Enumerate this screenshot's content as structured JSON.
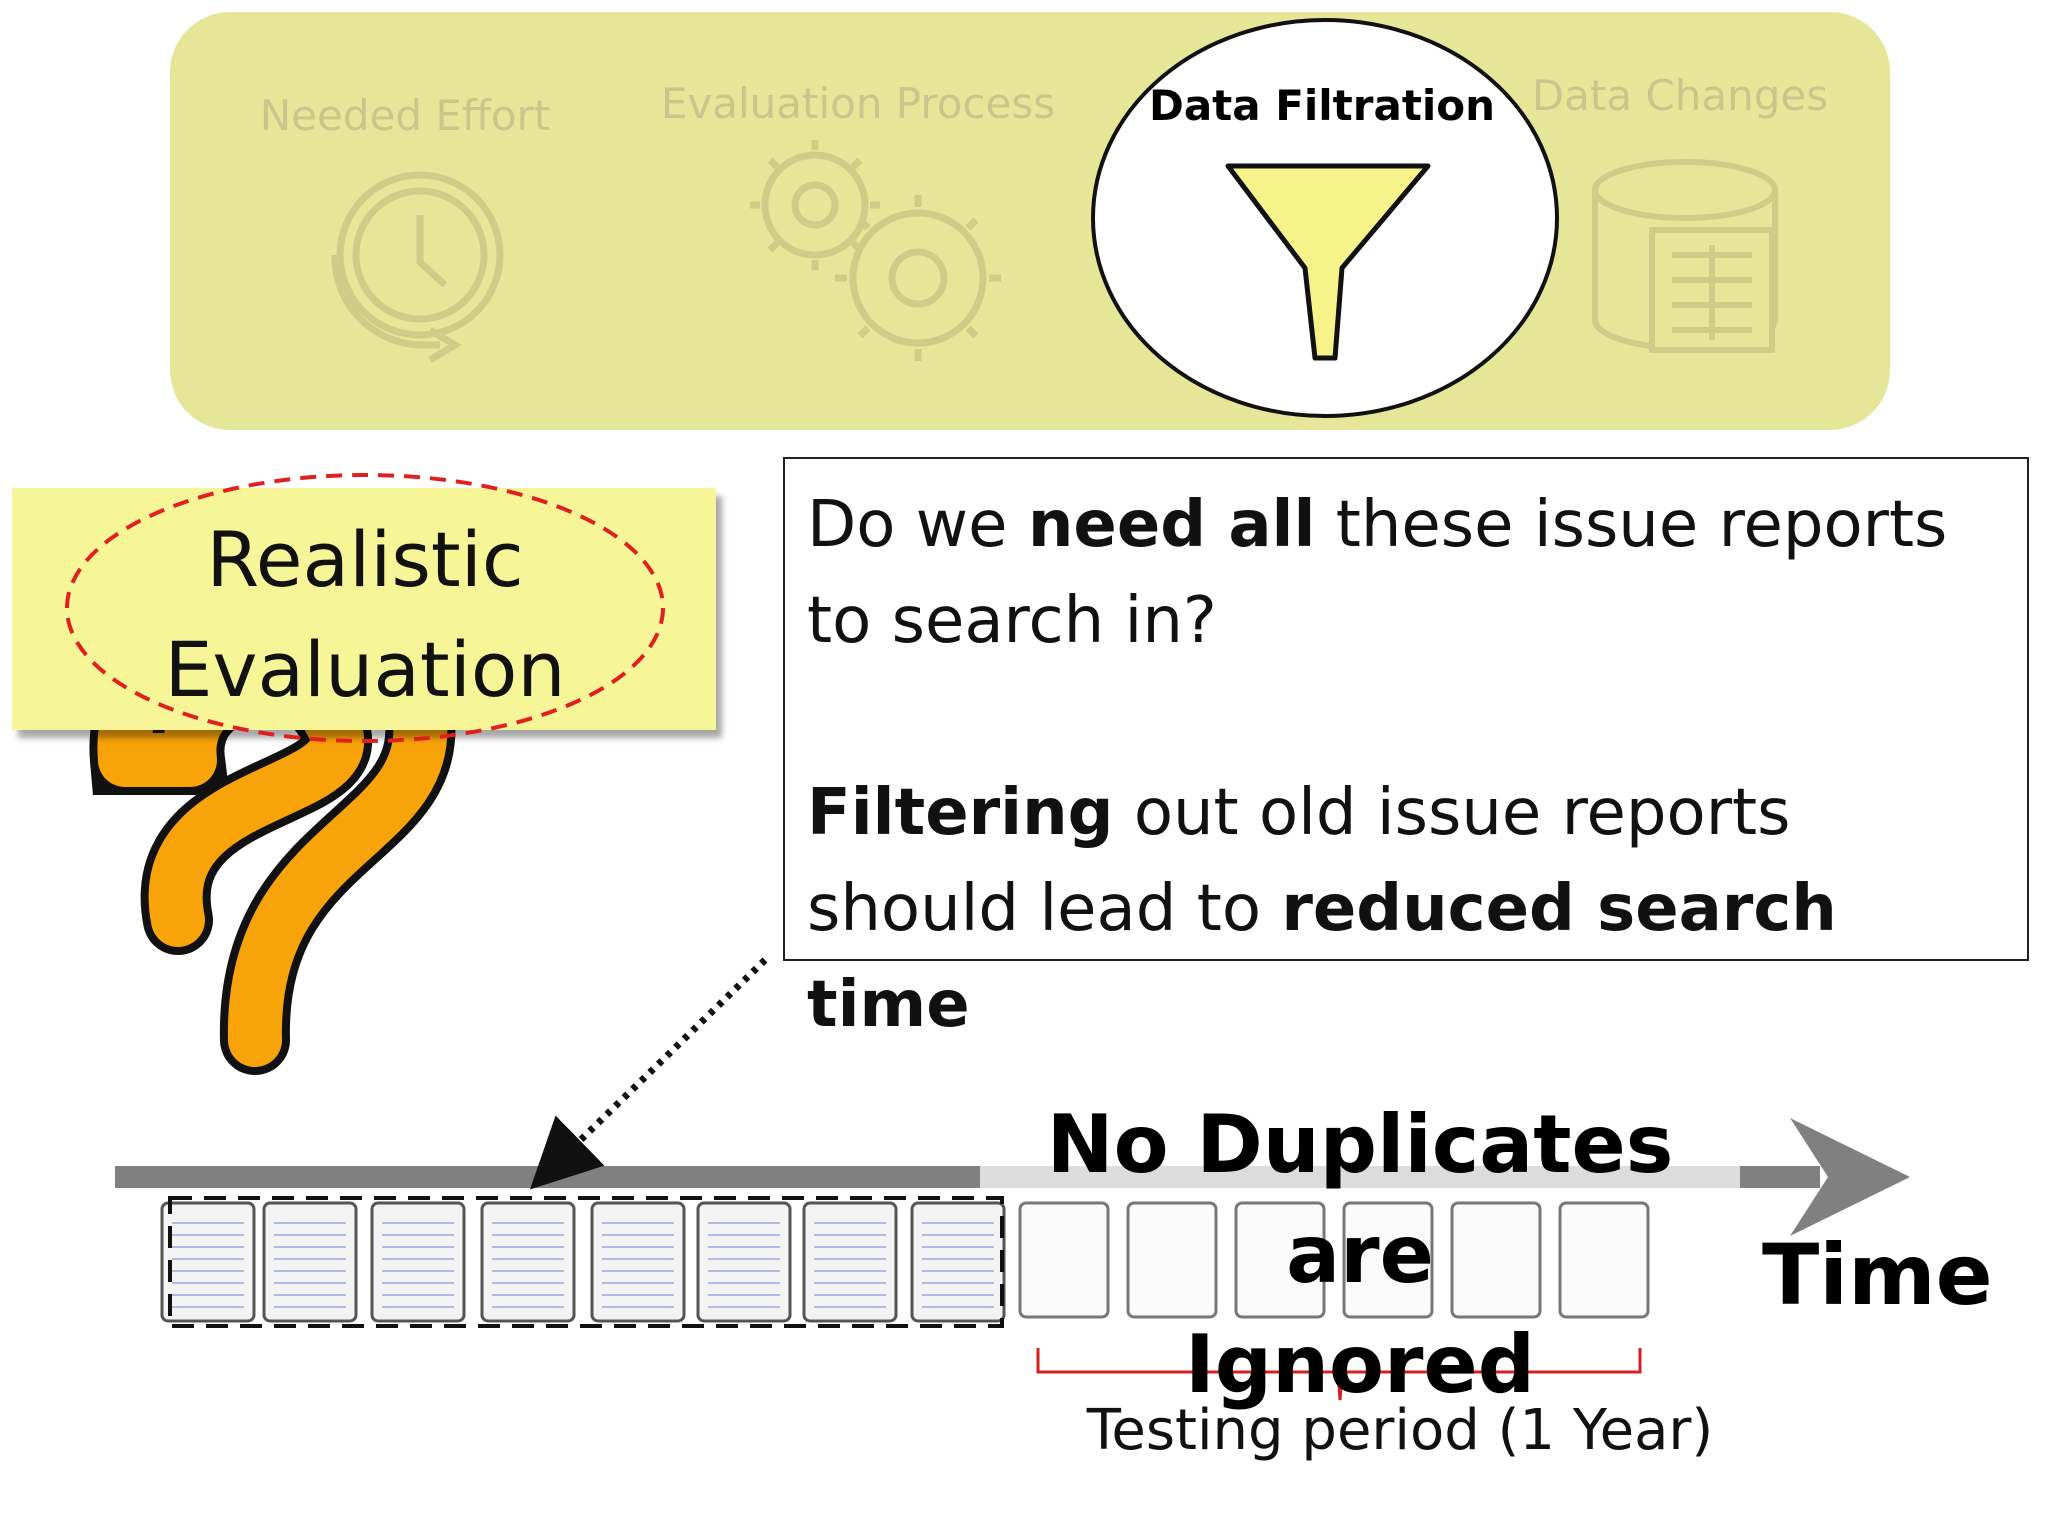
{
  "top_panel": {
    "categories": [
      {
        "label": "Needed Effort",
        "icon": "clock-cycle-icon",
        "highlighted": false
      },
      {
        "label": "Evaluation Process",
        "icon": "gears-icon",
        "highlighted": false
      },
      {
        "label": "Data Filtration",
        "icon": "funnel-icon",
        "highlighted": true
      },
      {
        "label": "Data Changes",
        "icon": "database-document-icon",
        "highlighted": false
      }
    ],
    "panel_color": "#e6e699",
    "funnel_color": "#f6f38a"
  },
  "sticky_note": {
    "line1": "Realistic",
    "line2": "Evaluation",
    "note_color": "#f6f598",
    "outline_color": "#e02020"
  },
  "question_box": {
    "p1_a": "Do we ",
    "p1_b": "need all",
    "p1_c": " these issue reports to search in?",
    "p2_a": "Filtering",
    "p2_b": " out old issue reports should lead to ",
    "p2_c": "reduced search time"
  },
  "timeline": {
    "overlay_line1": "No Duplicates are",
    "overlay_line2": "Ignored",
    "axis_label": "Time",
    "testing_label": "Testing period (1 Year)",
    "report_count_training": 8,
    "report_count_testing": 6
  },
  "colors": {
    "question_mark": "#f9a30a",
    "arrow": "#808080",
    "brace": "#d42020"
  }
}
